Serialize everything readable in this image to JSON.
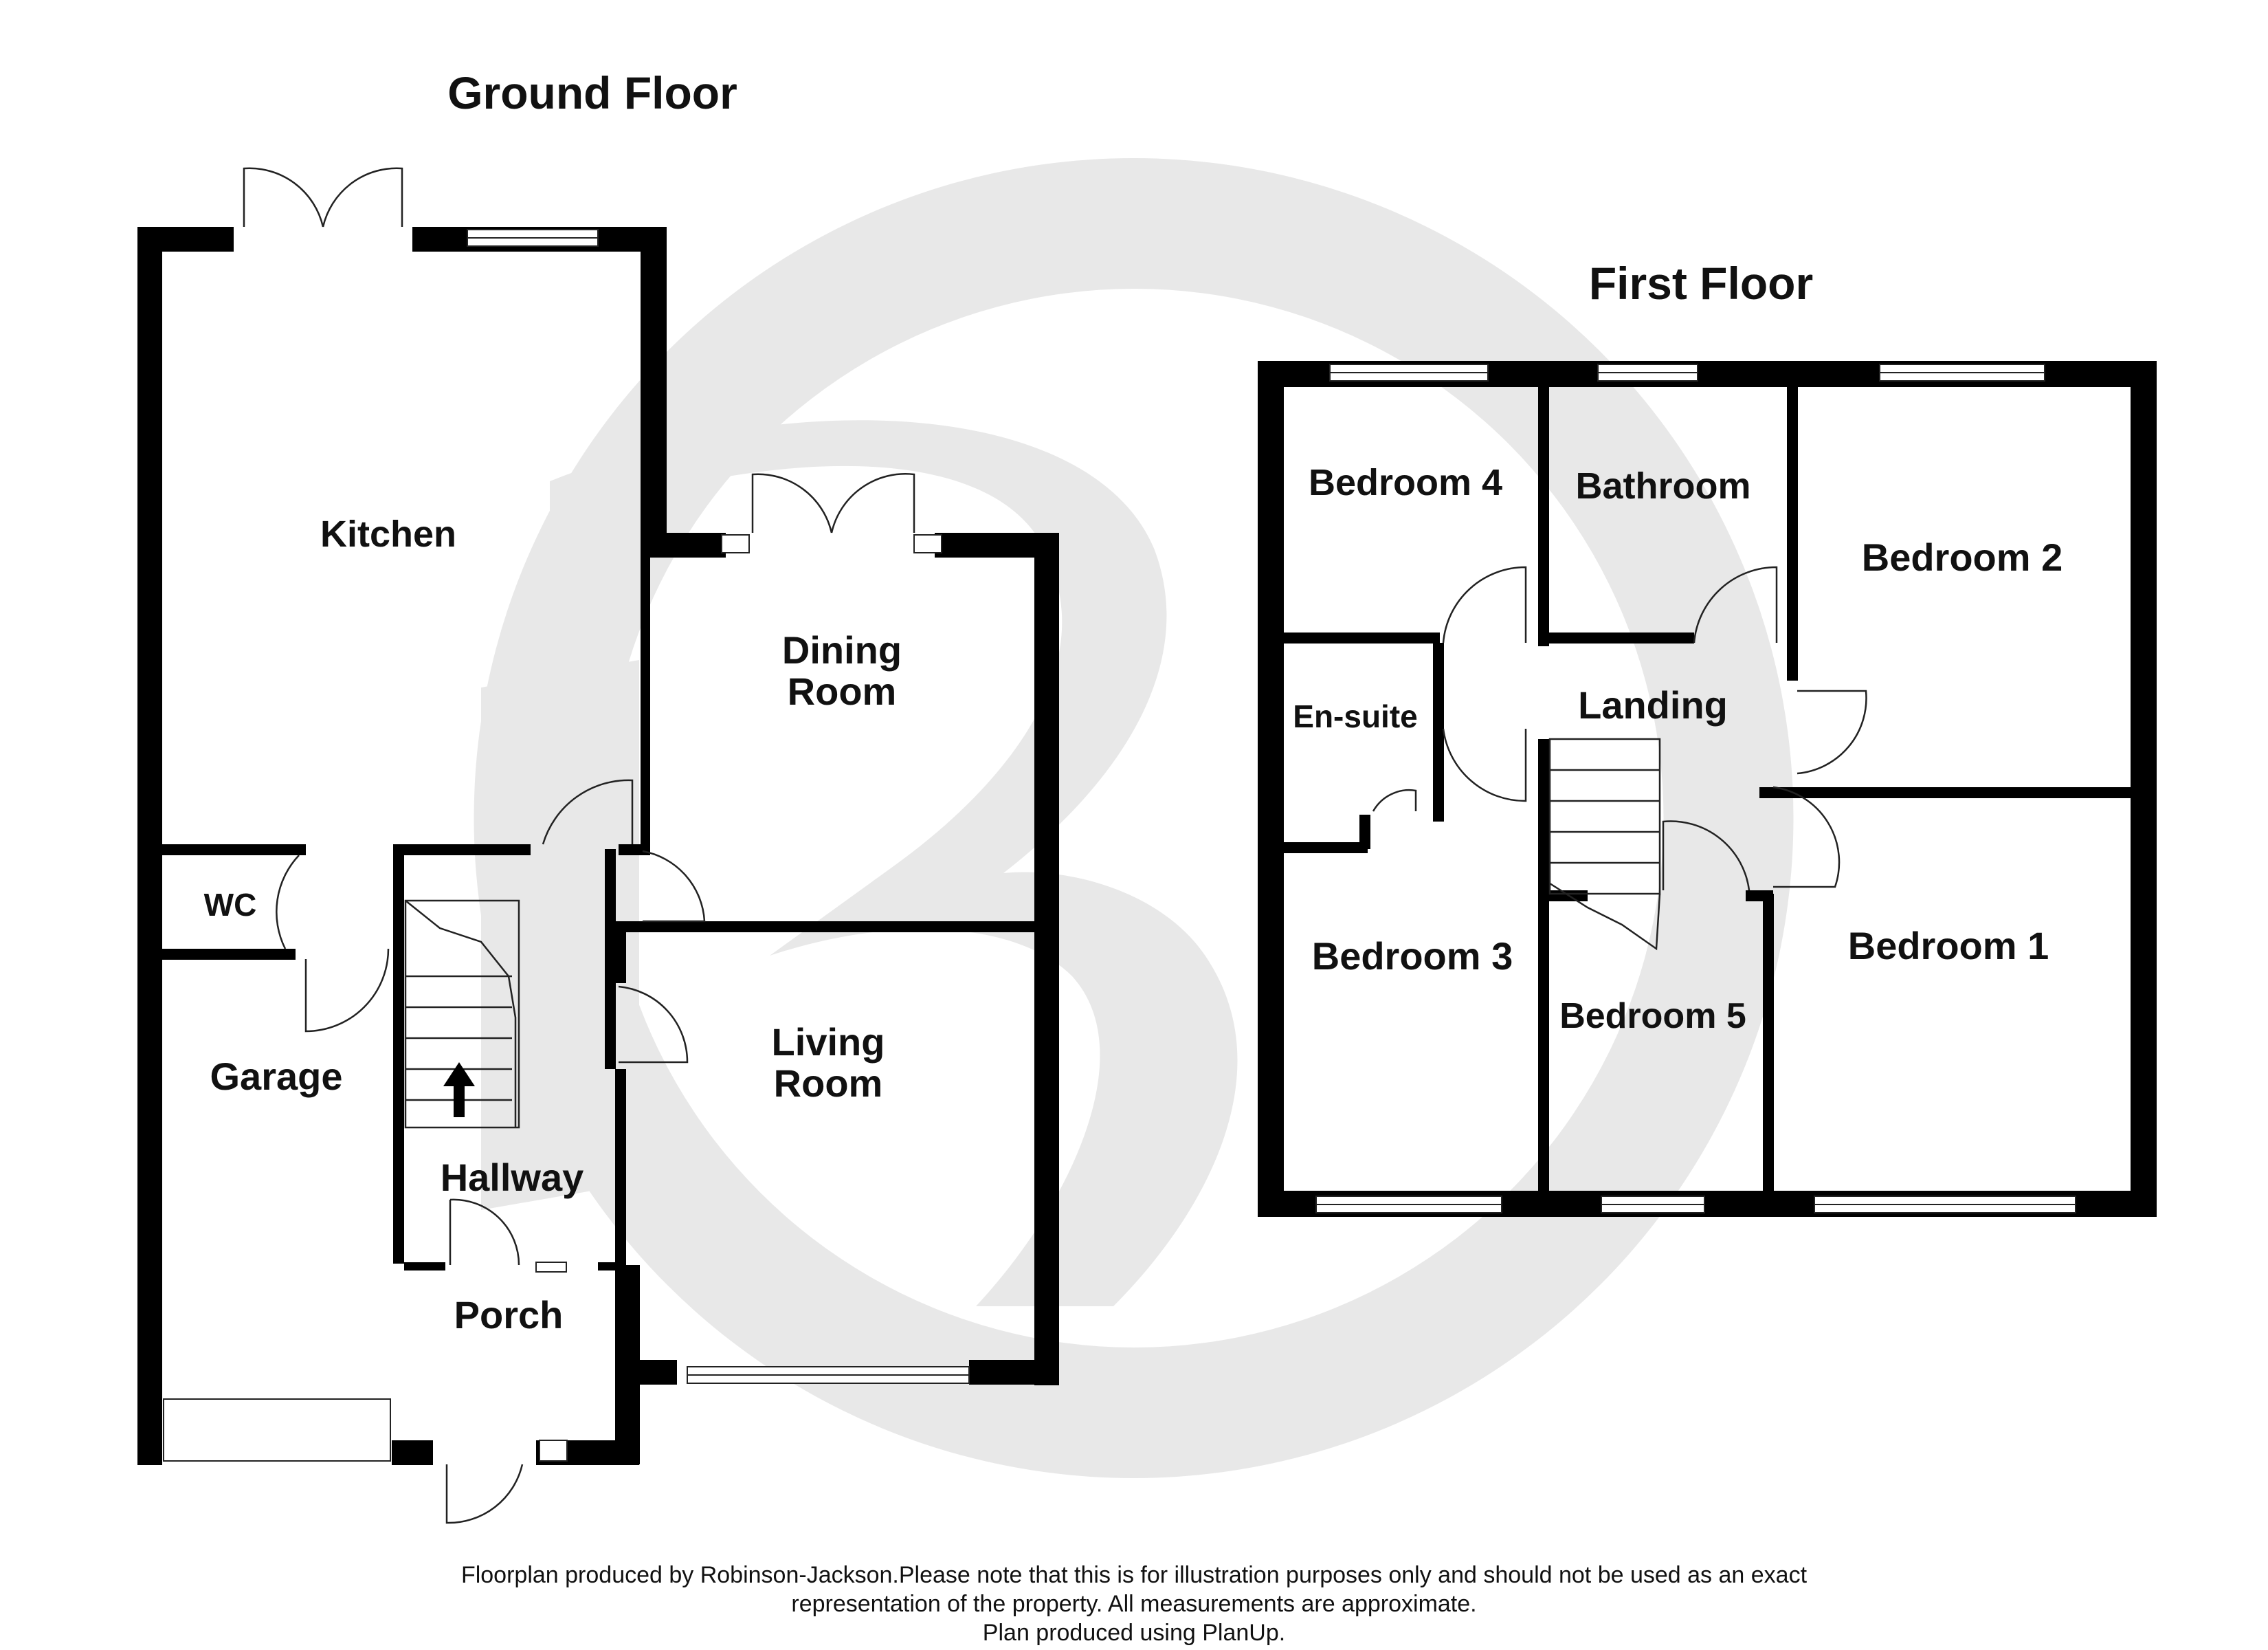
{
  "ground_floor": {
    "title": "Ground Floor",
    "rooms": {
      "kitchen": "Kitchen",
      "wc": "WC",
      "garage": "Garage",
      "hallway": "Hallway",
      "porch": "Porch",
      "dining_line1": "Dining",
      "dining_line2": "Room",
      "living_line1": "Living",
      "living_line2": "Room"
    }
  },
  "first_floor": {
    "title": "First Floor",
    "rooms": {
      "bedroom4": "Bedroom 4",
      "bathroom": "Bathroom",
      "bedroom2": "Bedroom 2",
      "ensuite": "En-suite",
      "landing": "Landing",
      "bedroom3": "Bedroom 3",
      "bedroom5": "Bedroom 5",
      "bedroom1": "Bedroom 1"
    }
  },
  "footer": {
    "line1": "Floorplan produced by Robinson-Jackson.Please note that this is for illustration purposes only and should not be used as an exact",
    "line2": "representation of the property. All measurements are approximate.",
    "line3": "Plan produced using PlanUp."
  },
  "colors": {
    "wall": "#000000",
    "watermark": "#e8e8e8"
  }
}
